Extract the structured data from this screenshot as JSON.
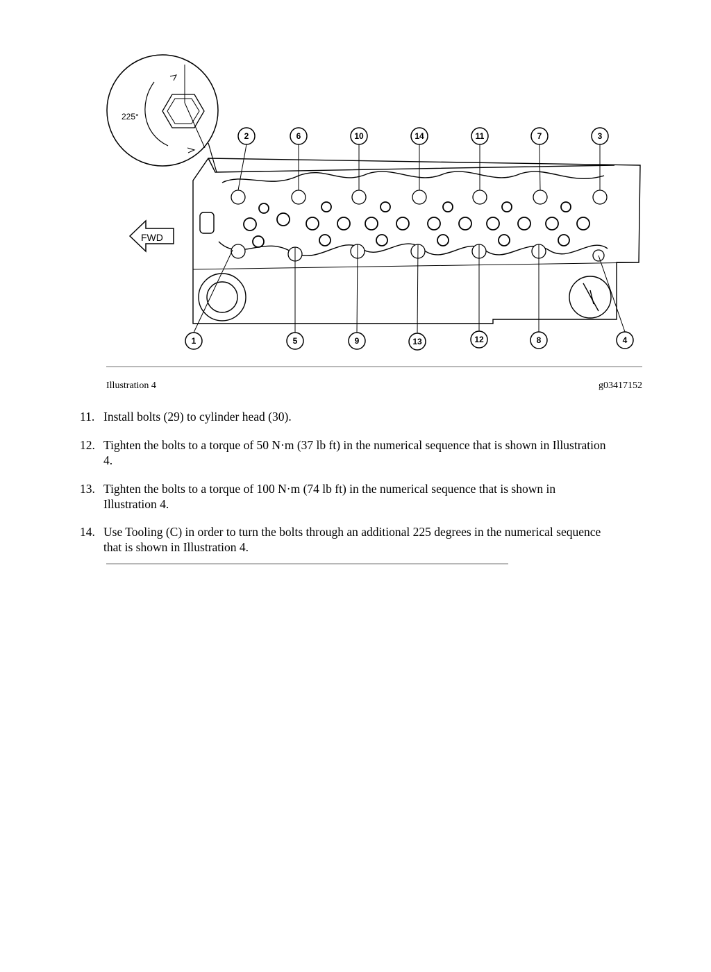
{
  "figure": {
    "rotation_label": "225°",
    "fwd_label": "FWD",
    "callouts": [
      "1",
      "2",
      "3",
      "4",
      "5",
      "6",
      "7",
      "8",
      "9",
      "10",
      "11",
      "12",
      "13",
      "14"
    ]
  },
  "caption": {
    "left": "Illustration 4",
    "right": "g03417152"
  },
  "steps": [
    {
      "number": "11.",
      "text": "Install bolts (29) to cylinder head (30)."
    },
    {
      "number": "12.",
      "text": "Tighten the bolts to a torque of 50 N·m (37 lb ft) in the numerical sequence that is shown in Illustration 4."
    },
    {
      "number": "13.",
      "text": "Tighten the bolts to a torque of 100 N·m (74 lb ft) in the numerical sequence that is shown in Illustration 4."
    },
    {
      "number": "14.",
      "text": "Use Tooling (C) in order to turn the bolts through an additional 225 degrees in the numerical sequence that is shown in Illustration 4."
    }
  ]
}
